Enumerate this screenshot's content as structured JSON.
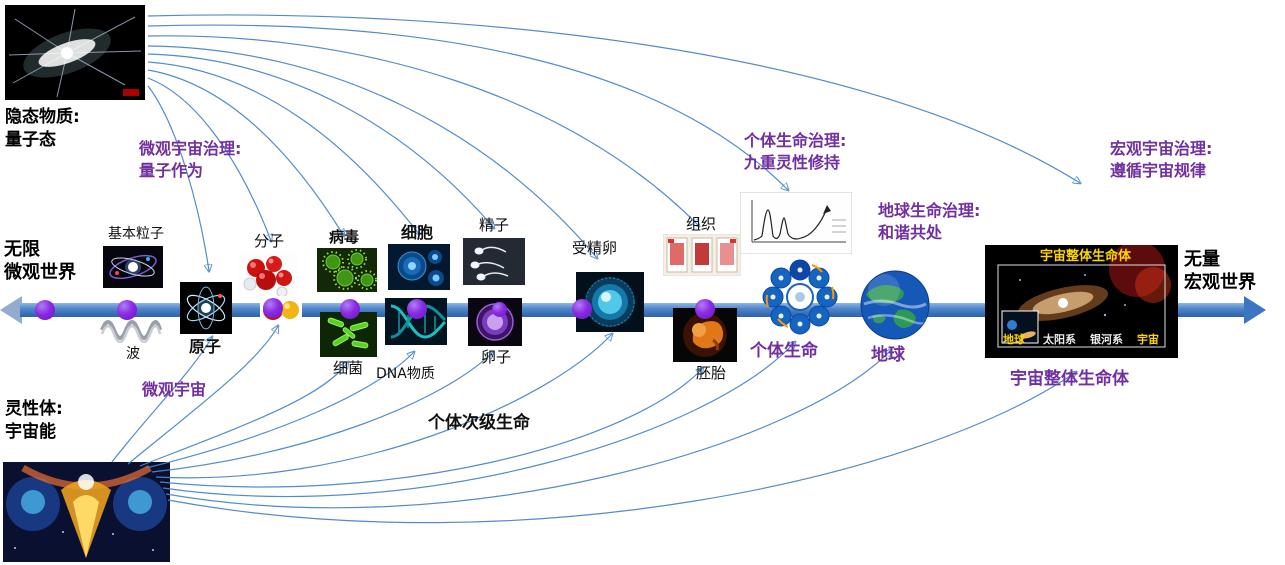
{
  "colors": {
    "accent_purple": "#7030a0",
    "axis_blue": "#3f7fc1",
    "dot_purple": "#8a2be2",
    "arrow_blue": "#4a86c8"
  },
  "corners": {
    "top_left": "隐态物质:\n量子态",
    "bottom_left": "灵性体:\n宇宙能"
  },
  "axis_ends": {
    "left": "无限\n微观世界",
    "right": "无量\n宏观世界"
  },
  "governance": {
    "micro": "微观宇宙治理:\n量子作为",
    "individual": "个体生命治理:\n九重灵性修持",
    "earth": "地球生命治理:\n和谐共处",
    "macro": "宏观宇宙治理:\n遵循宇宙规律"
  },
  "labels": {
    "micro_universe": "微观宇宙",
    "elementary_particle": "基本粒子",
    "wave": "波",
    "atom": "原子",
    "molecule": "分子",
    "virus": "病毒",
    "bacteria": "细菌",
    "cell": "细胞",
    "dna": "DNA物质",
    "sperm": "精子",
    "egg": "卵子",
    "zygote": "受精卵",
    "tissue": "组织",
    "embryo": "胚胎",
    "individual_life": "个体生命",
    "earth": "地球",
    "cosmic_whole_life": "宇宙整体生命体",
    "secondary_life": "个体次级生命"
  },
  "galaxy_panel": {
    "title": "宇宙整体生命体",
    "labels": [
      "地球",
      "太阳系",
      "银河系",
      "宇宙"
    ]
  }
}
